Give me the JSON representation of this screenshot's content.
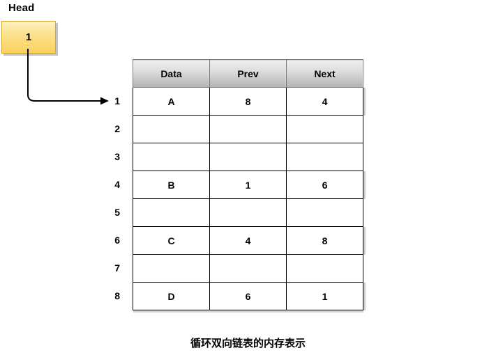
{
  "head": {
    "label": "Head",
    "value": "1"
  },
  "arrow": {
    "icon": "arrow-right-icon"
  },
  "table": {
    "columns": [
      "Data",
      "Prev",
      "Next"
    ],
    "row_indices": [
      "1",
      "2",
      "3",
      "4",
      "5",
      "6",
      "7",
      "8"
    ],
    "rows": [
      {
        "index": "1",
        "data": {
          "text": "A",
          "color": "#FBD25C"
        },
        "prev": {
          "text": "8",
          "color": "#F9C591"
        },
        "next": {
          "text": "4",
          "color": "#E06A68"
        }
      },
      {
        "index": "2",
        "data": {
          "text": "",
          "color": "#FFFFFF"
        },
        "prev": {
          "text": "",
          "color": "#FFFFFF"
        },
        "next": {
          "text": "",
          "color": "#FFFFFF"
        }
      },
      {
        "index": "3",
        "data": {
          "text": "",
          "color": "#FFFFFF"
        },
        "prev": {
          "text": "",
          "color": "#FFFFFF"
        },
        "next": {
          "text": "",
          "color": "#FFFFFF"
        }
      },
      {
        "index": "4",
        "data": {
          "text": "B",
          "color": "#E06A68"
        },
        "prev": {
          "text": "1",
          "color": "#FBD25C"
        },
        "next": {
          "text": "6",
          "color": "#93B6E3"
        }
      },
      {
        "index": "5",
        "data": {
          "text": "",
          "color": "#FFFFFF"
        },
        "prev": {
          "text": "",
          "color": "#FFFFFF"
        },
        "next": {
          "text": "",
          "color": "#FFFFFF"
        }
      },
      {
        "index": "6",
        "data": {
          "text": "C",
          "color": "#93B6E3"
        },
        "prev": {
          "text": "4",
          "color": "#E06A68"
        },
        "next": {
          "text": "8",
          "color": "#9BCC86"
        }
      },
      {
        "index": "7",
        "data": {
          "text": "",
          "color": "#FFFFFF"
        },
        "prev": {
          "text": "",
          "color": "#FFFFFF"
        },
        "next": {
          "text": "",
          "color": "#FFFFFF"
        }
      },
      {
        "index": "8",
        "data": {
          "text": "D",
          "color": "#9BCC86"
        },
        "prev": {
          "text": "6",
          "color": "#93B6E3"
        },
        "next": {
          "text": "1",
          "color": "#F9C591"
        }
      }
    ]
  },
  "caption": "循环双向链表的内存表示"
}
